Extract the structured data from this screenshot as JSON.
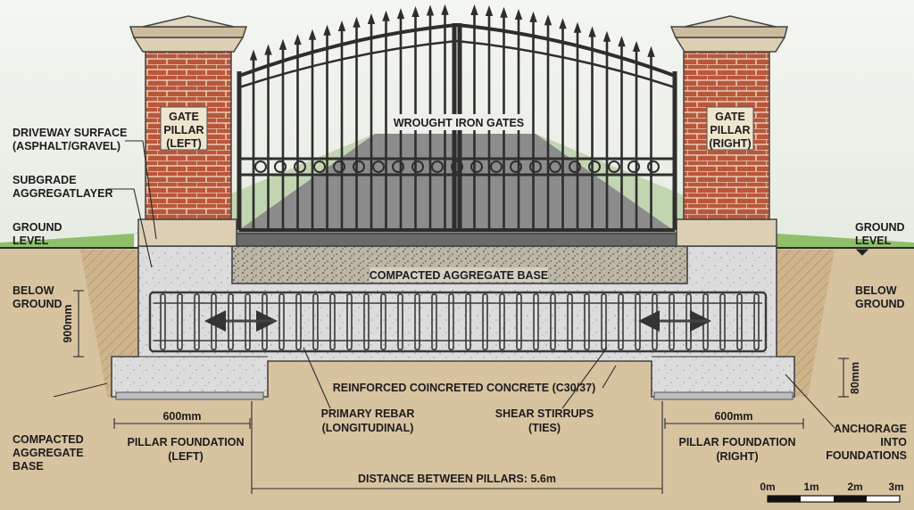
{
  "labels": {
    "driveway_surface": [
      "DRIVEWAY SURFACE",
      "(ASPHALT/GRAVEL)"
    ],
    "subgrade": [
      "SUBGRADE",
      "AGGREGATLAYER"
    ],
    "ground_level_left": [
      "GROUND",
      "LEVEL"
    ],
    "ground_level_right": [
      "GROUND",
      "LEVEL"
    ],
    "below_ground_left": [
      "BELOW",
      "GROUND"
    ],
    "below_ground_right": [
      "BELOW",
      "GROUND"
    ],
    "gate_pillar_left": [
      "GATE",
      "PILLAR",
      "(LEFT)"
    ],
    "gate_pillar_right": [
      "GATE",
      "PILLAR",
      "(RIGHT)"
    ],
    "wrought_iron_gates": "WROUGHT IRON GATES",
    "compacted_aggregate_base_mid": "COMPACTED AGGREGATE BASE",
    "reinforced_concrete": "REINFORCED COINCRETED CONCRETE (C30/37)",
    "primary_rebar": [
      "PRIMARY REBAR",
      "(LONGITUDINAL)"
    ],
    "shear_stirrups": [
      "SHEAR STIRRUPS",
      "(TIES)"
    ],
    "compacted_aggregate_base_left": [
      "COMPACTED",
      "AGGREGATE",
      "BASE"
    ],
    "pillar_foundation_left": [
      "PILLAR FOUNDATION",
      "(LEFT)"
    ],
    "pillar_foundation_right": [
      "PILLAR FOUNDATION",
      "(RIGHT)"
    ],
    "anchorage": [
      "ANCHORAGE",
      "INTO",
      "FOUNDATIONS"
    ],
    "distance_between_pillars": "DISTANCE BETWEEN PILLARS: 5.6m"
  },
  "dimensions": {
    "depth": "900mm",
    "width_left": "600mm",
    "width_right": "600mm",
    "footing": "80mm"
  },
  "scale_bar": [
    "0m",
    "1m",
    "2m",
    "3m"
  ],
  "colors": {
    "sky": "#eef2ec",
    "grass": "#8fbf6a",
    "soil": "#d8c3a0",
    "brick": "#b9573a",
    "stone_cap": "#dccfb4",
    "concrete": "#dadada",
    "iron": "#2e2e2e",
    "road": "#7a7a7a"
  }
}
